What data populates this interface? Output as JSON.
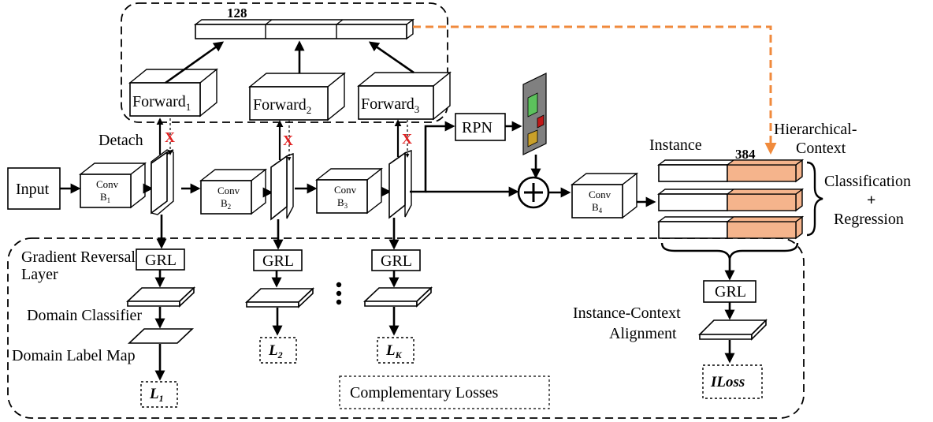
{
  "labels": {
    "input": "Input",
    "detach": "Detach",
    "conv": "Conv",
    "b1": "B",
    "b1_sub": "1",
    "b2_sub": "2",
    "b3_sub": "3",
    "b4_sub": "4",
    "forward": "Forward",
    "f1_sub": "1",
    "f2_sub": "2",
    "f3_sub": "3",
    "dim128": "128",
    "dim384": "384",
    "rpn": "RPN",
    "instance": "Instance",
    "hier_line1": "Hierarchical-",
    "hier_line2": "Context",
    "cls_line1": "Classification",
    "cls_line2": "+",
    "cls_line3": "Regression",
    "grl": "GRL",
    "grad_rev_line1": "Gradient Reversal",
    "grad_rev_line2": "Layer",
    "domain_classifier": "Domain Classifier",
    "domain_label_map": "Domain Label Map",
    "loss_l": "L",
    "l1_sub": "1",
    "l2_sub": "2",
    "lk_sub": "K",
    "ellipsis": "•\n•\n•",
    "complementary_losses": "Complementary Losses",
    "ica_line1": "Instance-Context",
    "ica_line2": "Alignment",
    "iloss": "ILoss",
    "stop_mark": "X"
  },
  "colors": {
    "context_arrow": "#f08a3c",
    "context_fill": "#f5b48c",
    "stop_mark": "#e02020",
    "proposal_green": "#5cc15c",
    "proposal_red": "#c01818",
    "proposal_yellow": "#c9a02a",
    "feature_map_gray": "#808080"
  }
}
